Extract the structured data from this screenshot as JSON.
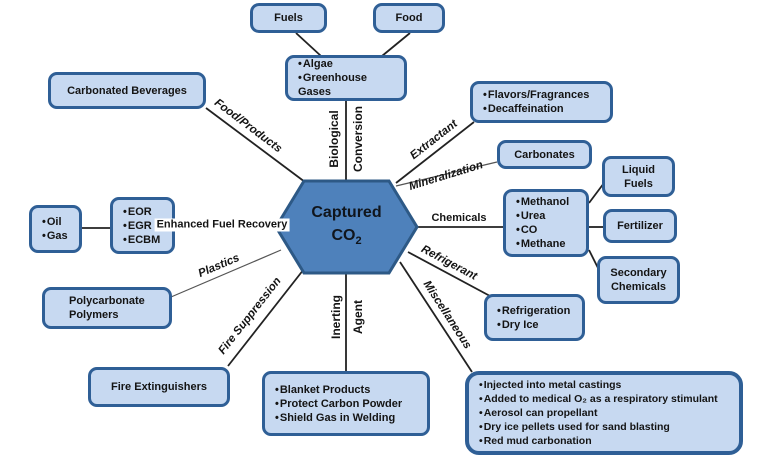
{
  "title": "Captured CO2 utilization diagram",
  "colors": {
    "box_fill": "#c7d9f1",
    "box_border": "#2f5f96",
    "hex_fill": "#4e81bb",
    "hex_border": "#2d5986",
    "line_color": "#222222",
    "thin_line_color": "#555555",
    "text_color": "#141414"
  },
  "center": {
    "line1": "Captured",
    "line2": "CO",
    "subscript": "2"
  },
  "branches": {
    "food_products": "Food/Products",
    "biological_1": "Biological",
    "biological_2": "Conversion",
    "extractant": "Extractant",
    "mineralization": "Mineralization",
    "chemicals": "Chemicals",
    "refrigerant": "Refrigerant",
    "miscellaneous": "Miscellaneous",
    "inerting_1": "Inerting",
    "inerting_2": "Agent",
    "fire_suppression": "Fire Suppression",
    "plastics": "Plastics",
    "enhanced_1": "Enhanced",
    "enhanced_2": "Fuel Recovery"
  },
  "nodes": {
    "fuels": {
      "title": "Fuels"
    },
    "food": {
      "title": "Food"
    },
    "algae": {
      "items": [
        "Algae",
        "Greenhouse Gases"
      ]
    },
    "carbonated_beverages": {
      "title": "Carbonated Beverages"
    },
    "flavors": {
      "items": [
        "Flavors/Fragrances",
        "Decaffeination"
      ]
    },
    "carbonates": {
      "title": "Carbonates"
    },
    "liquid_fuels": {
      "lines": [
        "Liquid",
        "Fuels"
      ]
    },
    "methanol": {
      "items": [
        "Methanol",
        "Urea",
        "CO",
        "Methane"
      ]
    },
    "fertilizer": {
      "title": "Fertilizer"
    },
    "secondary_chemicals": {
      "lines": [
        "Secondary",
        "Chemicals"
      ]
    },
    "oil_gas": {
      "items": [
        "Oil",
        "Gas"
      ]
    },
    "eor": {
      "items": [
        "EOR",
        "EGR",
        "ECBM"
      ]
    },
    "polycarbonate": {
      "lines": [
        "Polycarbonate",
        "Polymers"
      ]
    },
    "fire_extinguishers": {
      "title": "Fire Extinguishers"
    },
    "blanket": {
      "items": [
        "Blanket Products",
        "Protect Carbon Powder",
        "Shield Gas in Welding"
      ]
    },
    "refrigeration": {
      "items": [
        "Refrigeration",
        "Dry Ice"
      ]
    },
    "miscellaneous_box": {
      "items": [
        "Injected into metal castings",
        "Added to medical O₂ as a respiratory stimulant",
        "Aerosol can propellant",
        "Dry ice pellets used for sand blasting",
        "Red mud carbonation"
      ]
    }
  }
}
